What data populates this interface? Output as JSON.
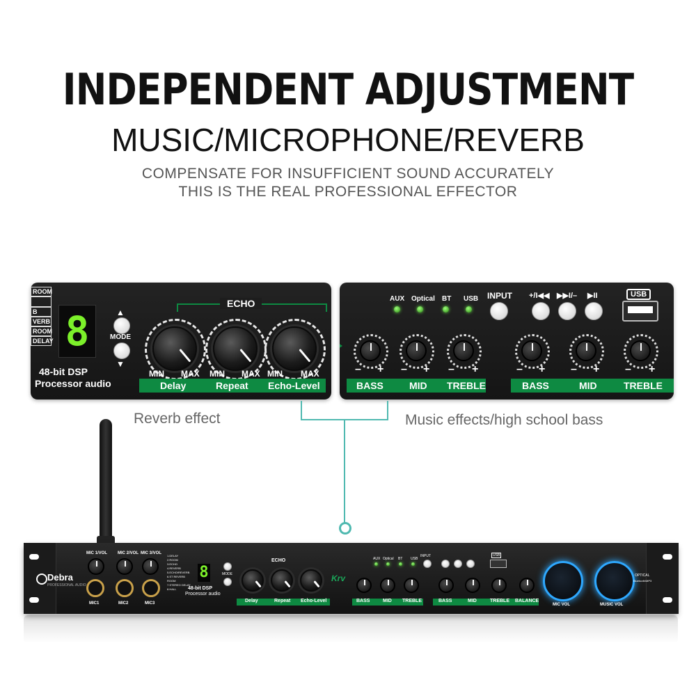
{
  "headline": "INDEPENDENT ADJUSTMENT",
  "subheadline": "MUSIC/MICROPHONE/REVERB",
  "tagline_1": "COMPENSATE FOR INSUFFICIENT SOUND ACCURATELY",
  "tagline_2": "THIS IS THE REAL PROFESSIONAL EFFECTOR",
  "left_panel": {
    "modes": [
      "ROOM",
      "",
      "B",
      "VERB",
      "ROOM",
      "DELAY"
    ],
    "display": "8",
    "mode_label": "MODE",
    "dsp_line1": "48-bit  DSP",
    "dsp_line2": "Processor audio",
    "echo_label": "ECHO",
    "knobs": [
      {
        "name": "Delay",
        "min": "MIN",
        "max": "MAX"
      },
      {
        "name": "Repeat",
        "min": "MIN",
        "max": "MAX"
      },
      {
        "name": "Echo-Level",
        "min": "MIN",
        "max": "MAX"
      }
    ]
  },
  "right_panel": {
    "leds": [
      "AUX",
      "Optical",
      "BT",
      "USB"
    ],
    "input_label": "INPUT",
    "transport": [
      "+/I◀◀",
      "▶▶I/–",
      "▶II"
    ],
    "usb_label": "USB",
    "eq_groups": [
      {
        "labels": [
          "BASS",
          "MID",
          "TREBLE"
        ]
      },
      {
        "labels": [
          "BASS",
          "MID",
          "TREBLE"
        ]
      }
    ],
    "minus": "–",
    "plus": "+"
  },
  "captions": {
    "reverb": "Reverb effect",
    "music": "Music effects/high school bass"
  },
  "device": {
    "brand": "Debra",
    "brand_sub": "PROFESSIONAL AUDIO",
    "mics": [
      "MIC1",
      "MIC2",
      "MIC3"
    ],
    "mic_vol": [
      "MIC 1/VOL",
      "MIC 2/VOL",
      "MIC 3/VOL"
    ],
    "modes_list": [
      "1.DELAY",
      "2.ROOM",
      "3.ECHO",
      "4.REVERB",
      "5.ECHO/REVERB",
      "6.ST REVERB ROOM",
      "7.STEREO DELAY",
      "8.HALL"
    ],
    "display": "8",
    "dsp_line1": "48-bit  DSP",
    "dsp_line2": "Processor audio",
    "echo_label": "ECHO",
    "echo_knobs": [
      "Delay",
      "Repeat",
      "Echo-Level"
    ],
    "krv": "Krv",
    "eq_labels": [
      "BASS",
      "MID",
      "TREBLE",
      "BASS",
      "MID",
      "TREBLE",
      "BALANCE"
    ],
    "mic_vol_label": "MIC VOL",
    "music_vol_label": "MUSIC VOL",
    "right_text_1": "OPTICAL",
    "right_text_2": "Bluetooth/MP3",
    "mode_label": "MODE",
    "input_label": "INPUT",
    "usb_label": "USB",
    "led_labels": [
      "AUX",
      "Optical",
      "BT",
      "USB"
    ]
  },
  "colors": {
    "accent_green": "#0e8a42",
    "led_green": "#6be04a",
    "connector": "#4fb9b0"
  }
}
